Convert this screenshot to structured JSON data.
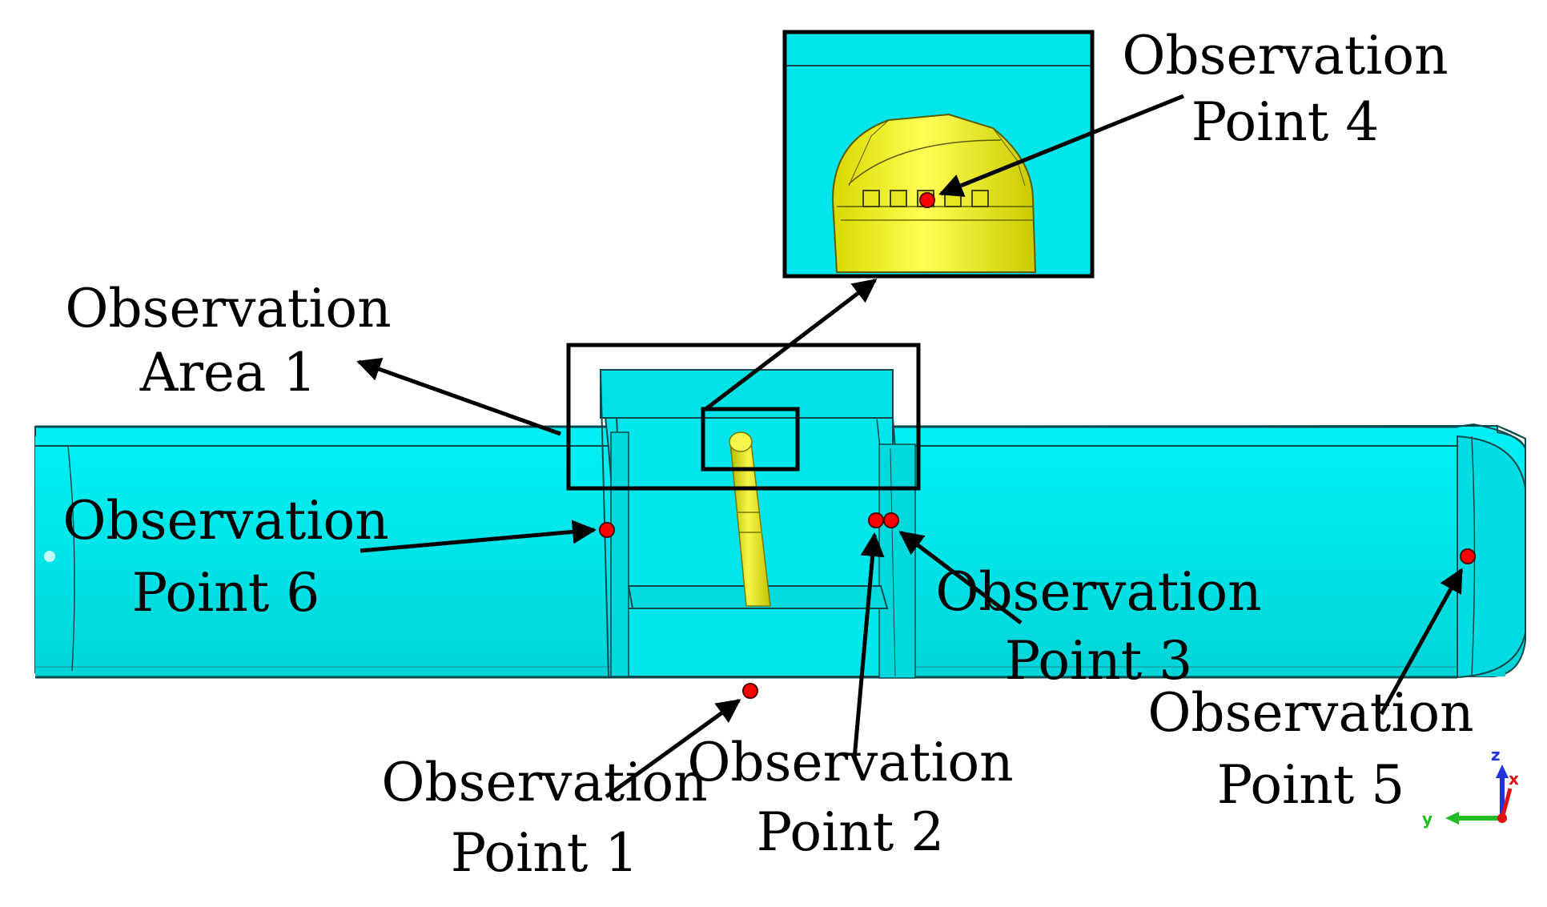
{
  "labels": {
    "area1": {
      "line1": "Observation",
      "line2": "Area 1"
    },
    "point1": {
      "line1": "Observation",
      "line2": "Point 1"
    },
    "point2": {
      "line1": "Observation",
      "line2": "Point 2"
    },
    "point3": {
      "line1": "Observation",
      "line2": "Point 3"
    },
    "point4": {
      "line1": "Observation",
      "line2": "Point 4"
    },
    "point5": {
      "line1": "Observation",
      "line2": "Point 5"
    },
    "point6": {
      "line1": "Observation",
      "line2": "Point 6"
    }
  },
  "axes": {
    "z": "z",
    "y": "y",
    "x": "x"
  },
  "colors": {
    "body": "#00e8ec",
    "body_edge": "#1a6b70",
    "insert": "#f2f20a",
    "marker": "#ff0000",
    "z_axis": "#2233dd",
    "y_axis": "#22bb22",
    "x_axis": "#dd1111"
  }
}
